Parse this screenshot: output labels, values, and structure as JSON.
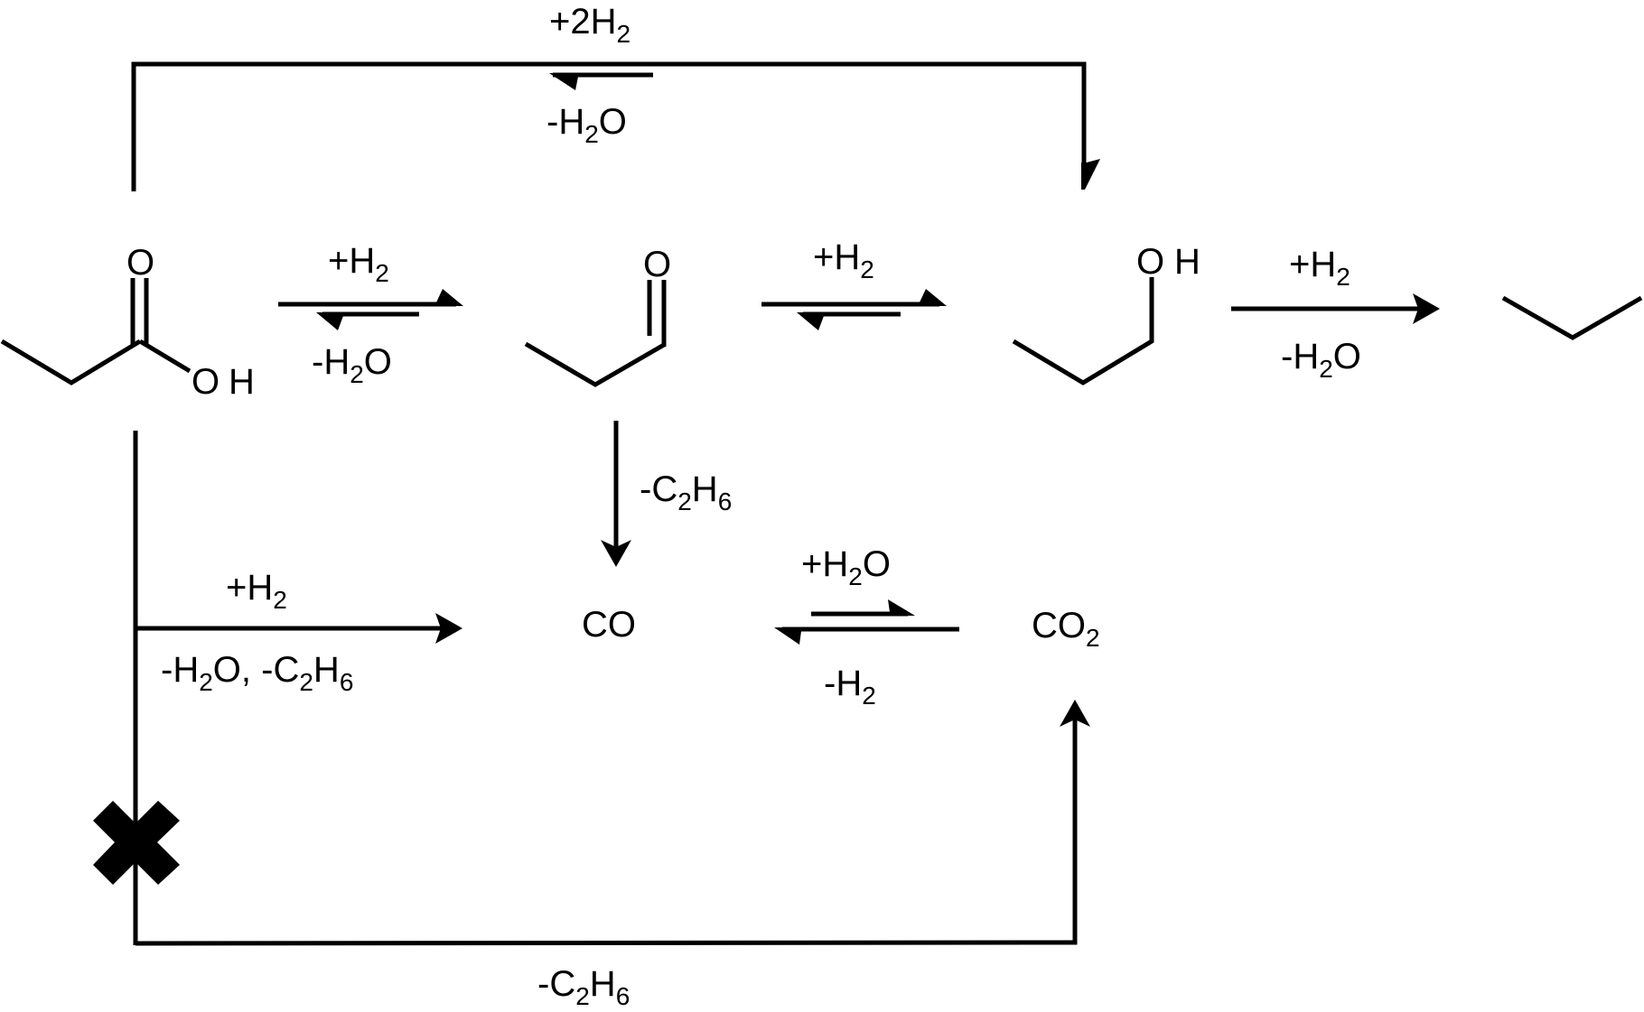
{
  "diagram": {
    "type": "reaction-scheme",
    "compounds": [
      {
        "id": "propanoic-acid",
        "name": "propanoic acid",
        "atoms": [
          "O",
          "OH"
        ]
      },
      {
        "id": "propanal",
        "name": "propanal",
        "atoms": [
          "O"
        ]
      },
      {
        "id": "propanol",
        "name": "1-propanol",
        "atoms": [
          "OH"
        ]
      },
      {
        "id": "propane",
        "name": "propane",
        "atoms": []
      },
      {
        "id": "co",
        "name": "carbon monoxide",
        "label": "CO"
      },
      {
        "id": "co2",
        "name": "carbon dioxide",
        "label_main": "CO",
        "label_sub": "2"
      }
    ],
    "labels": {
      "acid_O": "O",
      "acid_OH_O": "O",
      "acid_OH_H": "H",
      "aldehyde_O": "O",
      "alcohol_OH_O": "O",
      "alcohol_OH_H": "H",
      "co": "CO",
      "co2_main": "CO",
      "co2_sub": "2"
    },
    "reactions": [
      {
        "id": "acid-to-alcohol-direct",
        "from": "propanoic-acid",
        "to": "propanol",
        "reversible": true,
        "above": {
          "pre": "+2H",
          "sub": "2",
          "post": ""
        },
        "below": {
          "pre": "-H",
          "sub": "2",
          "post": "O"
        }
      },
      {
        "id": "acid-to-aldehyde",
        "from": "propanoic-acid",
        "to": "propanal",
        "reversible": true,
        "above": {
          "pre": "+H",
          "sub": "2",
          "post": ""
        },
        "below": {
          "pre": "-H",
          "sub": "2",
          "post": "O"
        }
      },
      {
        "id": "aldehyde-to-alcohol",
        "from": "propanal",
        "to": "propanol",
        "reversible": true,
        "above": {
          "pre": "+H",
          "sub": "2",
          "post": ""
        }
      },
      {
        "id": "alcohol-to-propane",
        "from": "propanol",
        "to": "propane",
        "reversible": false,
        "above": {
          "pre": "+H",
          "sub": "2",
          "post": ""
        },
        "below": {
          "pre": "-H",
          "sub": "2",
          "post": "O"
        }
      },
      {
        "id": "aldehyde-to-co",
        "from": "propanal",
        "to": "co",
        "reversible": false,
        "side": {
          "pre": "-C",
          "sub": "2",
          "mid": "H",
          "sub2": "6"
        }
      },
      {
        "id": "acid-to-co",
        "from": "propanoic-acid",
        "to": "co",
        "reversible": false,
        "above": {
          "pre": "+H",
          "sub": "2",
          "post": ""
        },
        "below": {
          "pre": "-H",
          "sub": "2",
          "mid": "O, -C",
          "sub2": "2",
          "mid2": "H",
          "sub3": "6"
        }
      },
      {
        "id": "co-to-co2",
        "from": "co",
        "to": "co2",
        "reversible": true,
        "above": {
          "pre": "+H",
          "sub": "2",
          "post": "O"
        },
        "below": {
          "pre": "-H",
          "sub": "2",
          "post": ""
        }
      },
      {
        "id": "acid-to-co2-blocked",
        "from": "propanoic-acid",
        "to": "co2",
        "reversible": false,
        "blocked": true,
        "below": {
          "pre": "-C",
          "sub": "2",
          "mid": "H",
          "sub2": "6"
        }
      }
    ],
    "blocked_marker": "cross-icon"
  }
}
